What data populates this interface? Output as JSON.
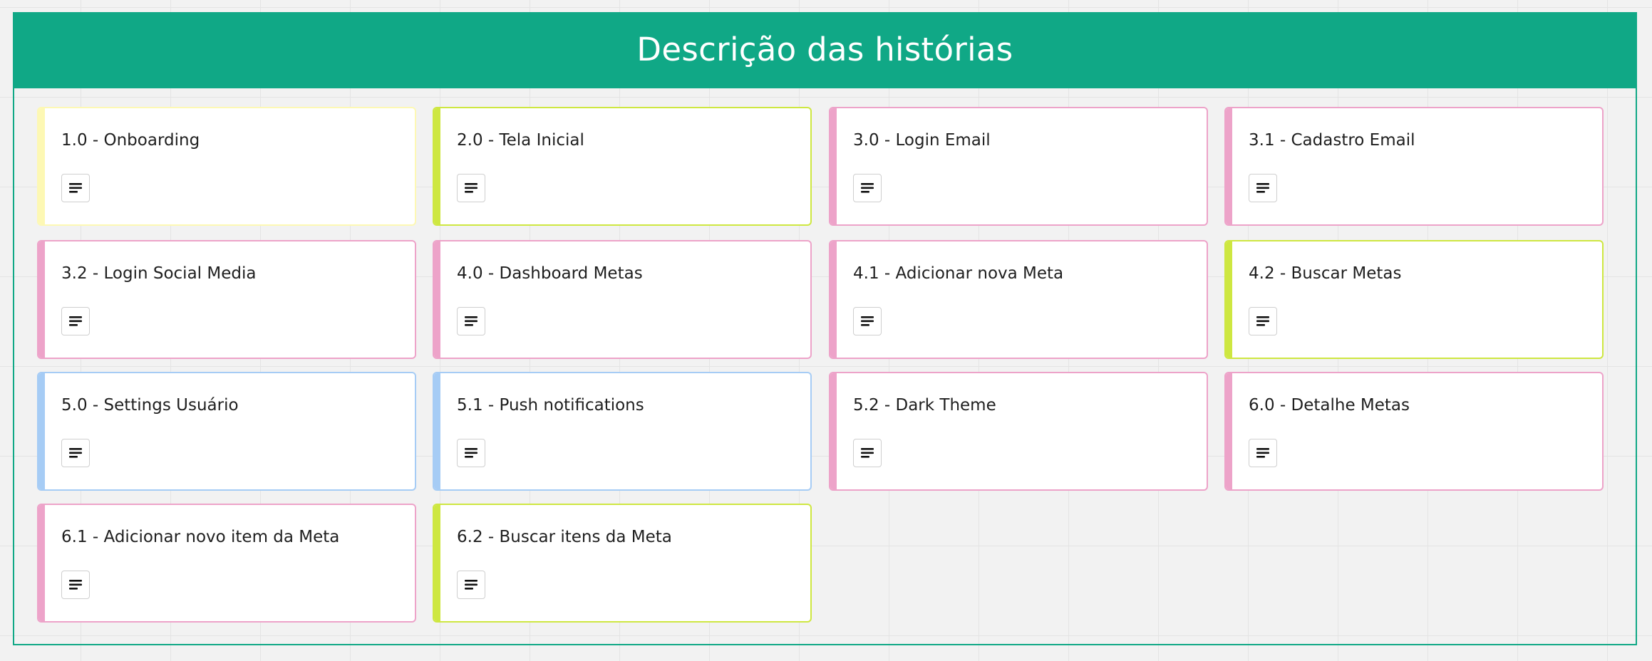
{
  "frame": {
    "title": "Descrição das histórias"
  },
  "colors": {
    "frame": "#10a886",
    "yellow": "#fdf8b4",
    "lime": "#cee741",
    "pink": "#eda3c9",
    "blue": "#a6ccf5"
  },
  "cards": [
    {
      "title": "1.0 - Onboarding",
      "color": "yellow",
      "icon": "description-lines-icon"
    },
    {
      "title": "2.0 - Tela Inicial",
      "color": "lime",
      "icon": "description-lines-icon"
    },
    {
      "title": "3.0 - Login Email",
      "color": "pink",
      "icon": "description-lines-icon"
    },
    {
      "title": "3.1 - Cadastro Email",
      "color": "pink",
      "icon": "description-lines-icon"
    },
    {
      "title": "3.2 - Login Social Media",
      "color": "pink",
      "icon": "description-lines-icon"
    },
    {
      "title": "4.0 - Dashboard Metas",
      "color": "pink",
      "icon": "description-lines-icon"
    },
    {
      "title": "4.1 - Adicionar nova Meta",
      "color": "pink",
      "icon": "description-lines-icon"
    },
    {
      "title": "4.2 - Buscar Metas",
      "color": "lime",
      "icon": "description-lines-icon"
    },
    {
      "title": "5.0 - Settings Usuário",
      "color": "blue",
      "icon": "description-lines-icon"
    },
    {
      "title": "5.1 - Push notifications",
      "color": "blue",
      "icon": "description-lines-icon"
    },
    {
      "title": "5.2 - Dark Theme",
      "color": "pink",
      "icon": "description-lines-icon"
    },
    {
      "title": "6.0 - Detalhe Metas",
      "color": "pink",
      "icon": "description-lines-icon"
    },
    {
      "title": "6.1 - Adicionar novo item da Meta",
      "color": "pink",
      "icon": "description-lines-icon"
    },
    {
      "title": "6.2 - Buscar itens da Meta",
      "color": "lime",
      "icon": "description-lines-icon"
    }
  ]
}
